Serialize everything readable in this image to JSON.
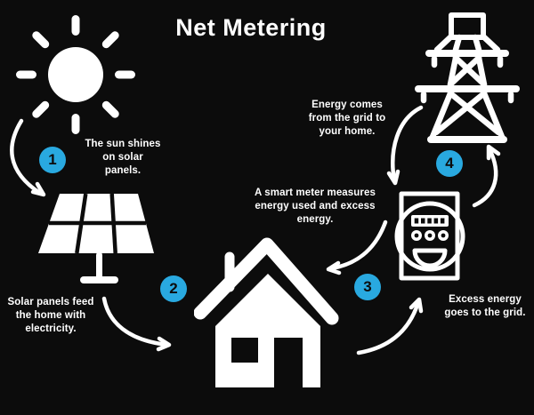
{
  "title": "Net Metering",
  "colors": {
    "background": "#0c0c0c",
    "foreground": "#ffffff",
    "accent": "#29a9e0",
    "badge_number": "#0c0c0c"
  },
  "steps": [
    {
      "number": "1",
      "label": "The sun shines\non solar\npanels."
    },
    {
      "number": "2",
      "label": "Solar panels feed\nthe home with\nelectricity."
    },
    {
      "number": "3",
      "label": "A smart meter measures\nenergy used and excess\nenergy."
    },
    {
      "number": "4",
      "label": "Energy comes\nfrom the grid to\nyour home."
    }
  ],
  "captions": {
    "excess_energy": "Excess energy\ngoes to the grid."
  },
  "icons": [
    {
      "name": "sun-icon",
      "meaning": "the sun"
    },
    {
      "name": "solar-panel-icon",
      "meaning": "solar panels"
    },
    {
      "name": "house-icon",
      "meaning": "your home"
    },
    {
      "name": "smart-meter-icon",
      "meaning": "smart meter"
    },
    {
      "name": "transmission-tower-icon",
      "meaning": "the grid"
    }
  ]
}
